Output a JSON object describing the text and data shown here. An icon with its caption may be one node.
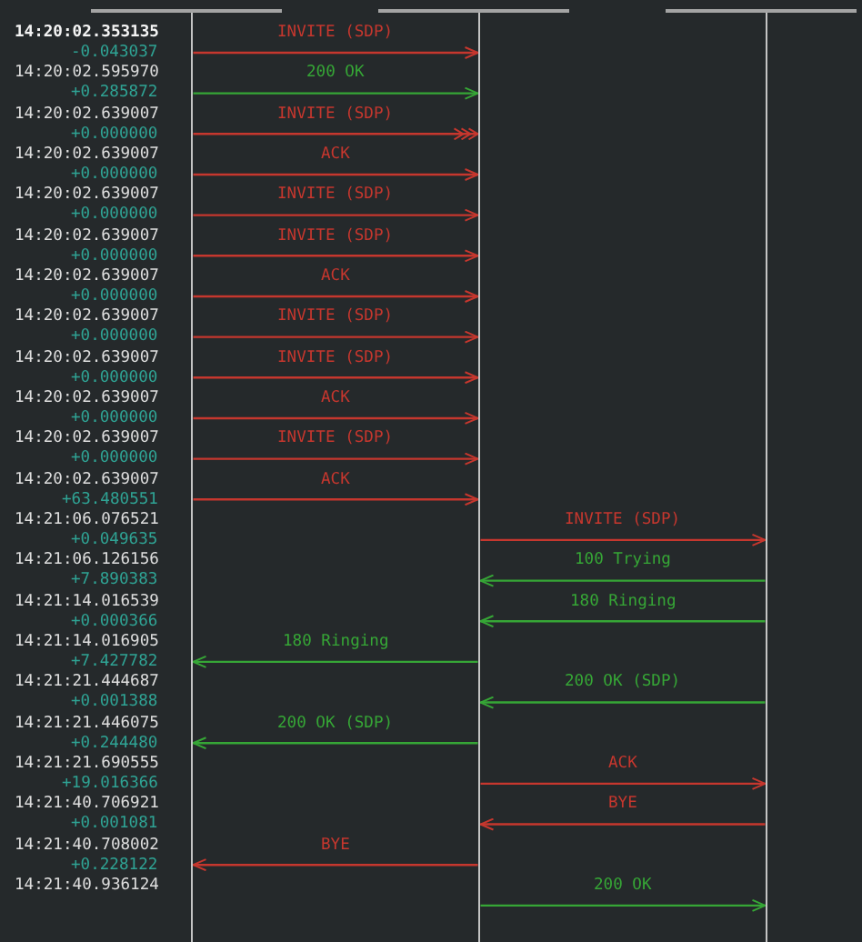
{
  "diagram": {
    "nodes": [
      {
        "text": [],
        "shape": "bar"
      },
      {
        "text": [],
        "shape": "bar"
      },
      {
        "text": [],
        "shape": "bar"
      }
    ],
    "edges": [
      {
        "from": 0,
        "to": 1,
        "arrow": "to",
        "label": "INVITE (SDP)"
      },
      {
        "from": 0,
        "to": 1,
        "arrow": "to",
        "label": "200 OK",
        "color": "#36a636"
      },
      {
        "from": 0,
        "to": 1,
        "arrow": "to",
        "label": "INVITE (SDP)"
      },
      {
        "from": 0,
        "to": 1,
        "arrow": "to",
        "label": "ACK"
      },
      {
        "from": 0,
        "to": 1,
        "arrow": "to",
        "label": "INVITE (SDP)"
      },
      {
        "from": 0,
        "to": 1,
        "arrow": "to",
        "label": "INVITE (SDP)"
      },
      {
        "from": 0,
        "to": 1,
        "arrow": "to",
        "label": "ACK"
      },
      {
        "from": 0,
        "to": 1,
        "arrow": "to",
        "label": "INVITE (SDP)"
      },
      {
        "from": 0,
        "to": 1,
        "arrow": "to",
        "label": "INVITE (SDP)"
      },
      {
        "from": 0,
        "to": 1,
        "arrow": "to",
        "label": "ACK"
      },
      {
        "from": 0,
        "to": 1,
        "arrow": "to",
        "label": "INVITE (SDP)"
      },
      {
        "from": 0,
        "to": 1,
        "arrow": "to",
        "label": "ACK"
      },
      {
        "from": 1,
        "to": 2,
        "arrow": "to",
        "label": "INVITE (SDP)"
      },
      {
        "from": 2,
        "to": 1,
        "arrow": "to",
        "label": "100 Trying",
        "color": "#36a636"
      },
      {
        "from": 2,
        "to": 1,
        "arrow": "to",
        "label": "180 Ringing",
        "color": "#36a636"
      },
      {
        "from": 1,
        "to": 0,
        "arrow": "to",
        "label": "180 Ringing",
        "color": "#36a636"
      },
      {
        "from": 2,
        "to": 1,
        "arrow": "to",
        "label": "200 OK (SDP)",
        "color": "#36a636"
      },
      {
        "from": 1,
        "to": 0,
        "arrow": "to",
        "label": "200 OK (SDP)",
        "color": "#36a636"
      },
      {
        "from": 1,
        "to": 2,
        "arrow": "to",
        "label": "ACK"
      },
      {
        "from": 2,
        "to": 1,
        "arrow": "to",
        "label": "BYE"
      },
      {
        "from": 1,
        "to": 0,
        "arrow": "to",
        "label": "BYE"
      },
      {
        "from": 1,
        "to": 2,
        "arrow": "to",
        "label": "200 OK",
        "color": "#36a636"
      }
    ],
    "labels": [
      "14:20:02.353135",
      "-0.043037",
      "14:20:02.595970",
      "+0.285872",
      "14:20:02.639007",
      "+0.000000",
      "14:20:02.639007",
      "+0.000000",
      "14:20:02.639007",
      "+0.000000",
      "14:20:02.639007",
      "+0.000000",
      "14:20:02.639007",
      "+0.000000",
      "14:20:02.639007",
      "+0.000000",
      "14:20:02.639007",
      "+0.000000",
      "14:20:02.639007",
      "+0.000000",
      "14:20:02.639007",
      "+0.000000",
      "14:20:02.639007",
      "+63.480551",
      "14:21:06.076521",
      "+0.049635",
      "14:21:06.126156",
      "+7.890383",
      "14:21:14.016539",
      "+0.000366",
      "14:21:14.016905",
      "+7.427782",
      "14:21:21.444687",
      "+0.001388",
      "14:21:21.446075",
      "+0.244480",
      "14:21:21.690555",
      "+19.016366",
      "14:21:40.706921",
      "+0.001081",
      "14:21:40.708002",
      "+0.228122",
      "14:21:40.936124"
    ]
  }
}
